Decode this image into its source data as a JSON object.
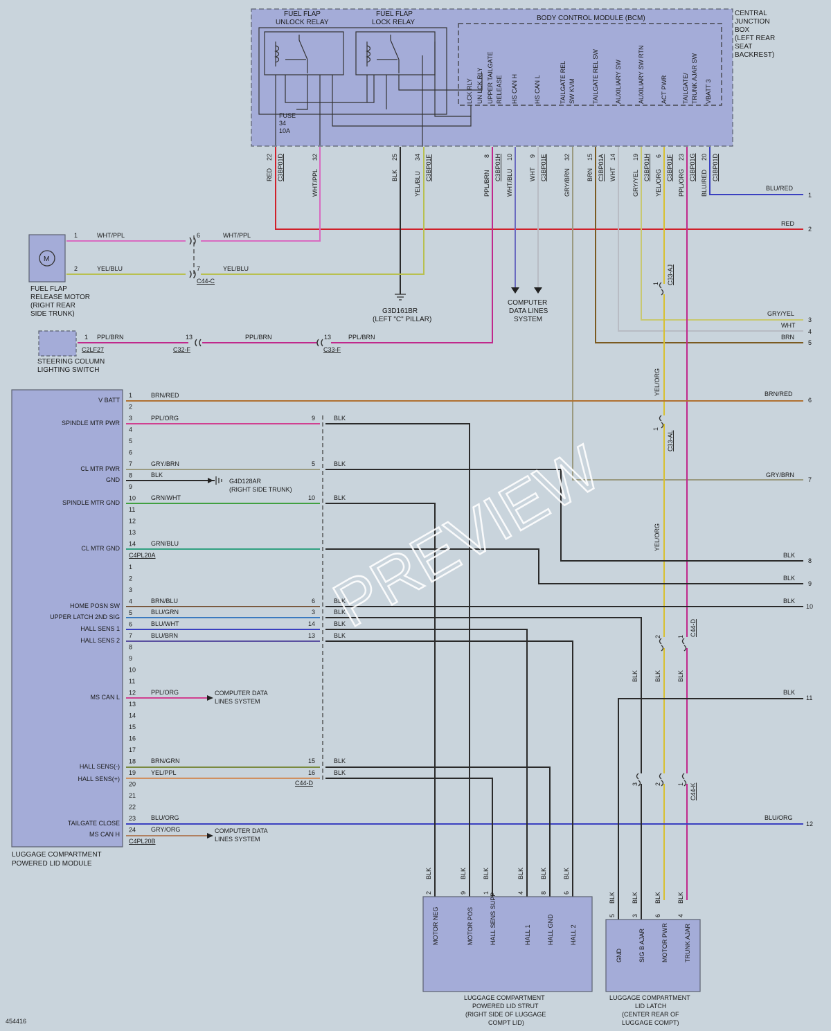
{
  "diagram_id": "454416",
  "watermark": "PREVIEW",
  "colors": {
    "bg": "#c9d4dc",
    "module_fill": "#a4acd8",
    "red": "#d0202a",
    "pink": "#d86ac0",
    "magenta": "#c0288c",
    "yellowgreen": "#b8c050",
    "yellow": "#d8c030",
    "orange_brn": "#b07030",
    "blue": "#3a40c0",
    "green": "#40a040",
    "grey": "#9aa2a8",
    "black": "#2a2a2a",
    "brown": "#7a5a20"
  },
  "bcm": {
    "title": "BODY CONTROL MODULE (BCM)",
    "cjb_label": [
      "CENTRAL",
      "JUNCTION",
      "BOX",
      "(LEFT REAR",
      "SEAT",
      "BACKREST)"
    ],
    "unlock_relay": [
      "FUEL FLAP",
      "UNLOCK RELAY"
    ],
    "lock_relay": [
      "FUEL FLAP",
      "LOCK RELAY"
    ],
    "fuse": [
      "FUSE",
      "34",
      "10A"
    ],
    "pins": [
      "LCK RLY",
      "UN LCK RLY",
      "UPPER TAILGATE",
      "RELEASE",
      "HS CAN H",
      "HS CAN L",
      "TAILGATE REL",
      "SW KVM",
      "TAILGATE REL SW",
      "AUXILIARY SW",
      "AUXILIARY SW RTN",
      "ACT PWR",
      "TAILGATE/",
      "TRUNK AJAR SW",
      "VBATT 3"
    ],
    "pin_numbers": [
      "22",
      "32",
      "25",
      "34",
      "8",
      "10",
      "9",
      "32",
      "15",
      "14",
      "19",
      "6",
      "23",
      "20"
    ],
    "connectors": [
      "C3BP01D",
      "C3BP01F",
      "C3BP01H",
      "C3BP01E",
      "C3BP01A",
      "C3BP01H",
      "C3BP01F",
      "C3BP01G",
      "C3BP01D"
    ],
    "wire_colors": [
      "RED",
      "WHT/PPL",
      "BLK",
      "YEL/BLU",
      "PPL/BRN",
      "WHT/BLU",
      "WHT",
      "GRY/BRN",
      "BRN",
      "WHT",
      "GRY/YEL",
      "YEL/ORG",
      "PPL/ORG",
      "BLU/RED"
    ]
  },
  "fuel_motor": {
    "label": [
      "FUEL FLAP",
      "RELEASE MOTOR",
      "(RIGHT REAR",
      "SIDE TRUNK)"
    ],
    "pins": [
      "1",
      "2"
    ],
    "wires": [
      "WHT/PPL",
      "YEL/BLU"
    ],
    "inline_pins": [
      "6",
      "7"
    ],
    "connector": "C44-C",
    "symbol": "M"
  },
  "ground_g3d": [
    "G3D161BR",
    "(LEFT \"C\" PILLAR)"
  ],
  "computer_data_1": [
    "COMPUTER",
    "DATA LINES",
    "SYSTEM"
  ],
  "steering": {
    "label": [
      "STEERING COLUMN",
      "LIGHTING SWITCH"
    ],
    "pin": "1",
    "wire": "PPL/BRN",
    "connectors": [
      "C2LF27",
      "C32-F",
      "C33-F"
    ],
    "inline_pins": [
      "13",
      "13"
    ]
  },
  "offpage": [
    {
      "wire": "BLU/RED",
      "num": "1"
    },
    {
      "wire": "RED",
      "num": "2"
    },
    {
      "wire": "GRY/YEL",
      "num": "3"
    },
    {
      "wire": "WHT",
      "num": "4"
    },
    {
      "wire": "BRN",
      "num": "5"
    },
    {
      "wire": "BRN/RED",
      "num": "6"
    },
    {
      "wire": "GRY/BRN",
      "num": "7"
    },
    {
      "wire": "BLK",
      "num": "8"
    },
    {
      "wire": "BLK",
      "num": "9"
    },
    {
      "wire": "BLK",
      "num": "10"
    },
    {
      "wire": "BLK",
      "num": "11"
    },
    {
      "wire": "BLU/ORG",
      "num": "12"
    }
  ],
  "c33aj": {
    "connector": "C33-AJ",
    "pin": "1"
  },
  "c33al": {
    "connector": "C33-AL",
    "pin": "1"
  },
  "yelorg": "YEL/ORG",
  "plm": {
    "label": [
      "LUGGAGE COMPARTMENT",
      "POWERED LID MODULE"
    ],
    "connector_a": "C4PL20A",
    "connector_b": "C4PL20B",
    "connector_c44d": "C44-D",
    "ground": [
      "G4D128AR",
      "(RIGHT SIDE TRUNK)"
    ],
    "computer_data": [
      "COMPUTER DATA",
      "LINES SYSTEM"
    ],
    "signals": [
      "V BATT",
      "SPINDLE MTR PWR",
      "CL MTR PWR",
      "GND",
      "SPINDLE MTR GND",
      "CL MTR GND",
      "HOME POSN SW",
      "UPPER LATCH 2ND SIG",
      "HALL SENS 1",
      "HALL SENS 2",
      "MS CAN L",
      "HALL SENS(-)",
      "HALL SENS(+)",
      "TAILGATE CLOSE",
      "MS CAN H"
    ],
    "wires": [
      "BRN/RED",
      "PPL/ORG",
      "GRY/BRN",
      "BLK",
      "GRN/WHT",
      "GRN/BLU",
      "BRN/BLU",
      "BLU/GRN",
      "BLU/WHT",
      "BLU/BRN",
      "PPL/ORG",
      "BRN/GRN",
      "YEL/PPL",
      "BLU/ORG",
      "GRY/ORG"
    ],
    "pin_a": [
      "1",
      "2",
      "3",
      "4",
      "5",
      "6",
      "7",
      "8",
      "9",
      "10",
      "11",
      "12",
      "13",
      "14"
    ],
    "pin_b": [
      "1",
      "2",
      "3",
      "4",
      "5",
      "6",
      "7",
      "8",
      "9",
      "10",
      "11",
      "12",
      "13",
      "14",
      "15",
      "16",
      "17",
      "18",
      "19",
      "20",
      "21",
      "22",
      "23",
      "24"
    ],
    "inline_pins": [
      "9",
      "5",
      "10",
      "6",
      "3",
      "14",
      "13",
      "15",
      "16"
    ],
    "blk": "BLK"
  },
  "strut": {
    "label": [
      "LUGGAGE COMPARTMENT",
      "POWERED LID STRUT",
      "(RIGHT SIDE OF LUGGAGE",
      "COMPT LID)"
    ],
    "pins": [
      {
        "num": "2",
        "name": "MOTOR NEG"
      },
      {
        "num": "9",
        "name": "MOTOR POS"
      },
      {
        "num": "1",
        "name": "HALL SENS SUPP"
      },
      {
        "num": "4",
        "name": "HALL 1"
      },
      {
        "num": "8",
        "name": "HALL GND"
      },
      {
        "num": "6",
        "name": "HALL 2"
      }
    ]
  },
  "latch": {
    "label": [
      "LUGGAGE COMPARTMENT",
      "LID LATCH",
      "(CENTER REAR OF",
      "LUGGAGE COMPT)"
    ],
    "pins": [
      {
        "num": "5",
        "name": "GND"
      },
      {
        "num": "3",
        "name": "SIG B AJAR"
      },
      {
        "num": "6",
        "name": "MOTOR PWR"
      },
      {
        "num": "4",
        "name": "TRUNK AJAR"
      }
    ],
    "connector": "C44-D",
    "inline_top": [
      "2",
      "1"
    ],
    "inline_bot": [
      "3",
      "2",
      "1"
    ],
    "connector_k": "C44-K"
  }
}
